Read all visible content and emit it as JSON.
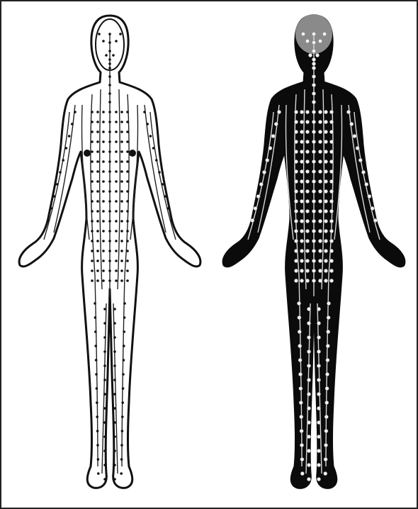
{
  "figures": [
    {
      "id": "left",
      "style": "outline",
      "fill": "#ffffff",
      "stroke": "#111111",
      "point": "#111111",
      "line": "#222222"
    },
    {
      "id": "right",
      "style": "silhouette",
      "fill": "#0b0b0b",
      "stroke": "#0b0b0b",
      "point": "#f2f2f2",
      "line": "#d8d8d8"
    }
  ],
  "frame_color": "#222222",
  "background": "#ffffff"
}
